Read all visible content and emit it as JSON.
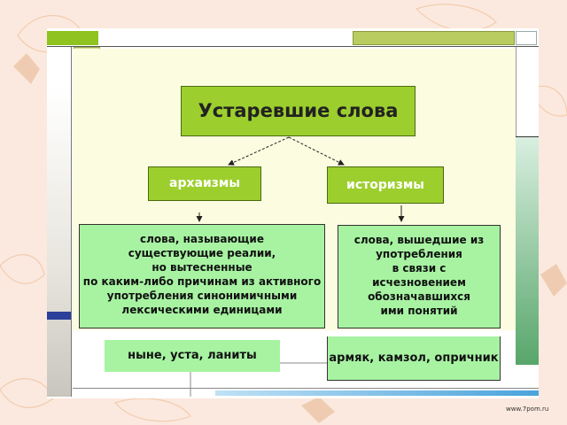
{
  "diagram": {
    "title": "Устаревшие слова",
    "archaisms_label": "архаизмы",
    "historisms_label": "историзмы",
    "archaisms_description": [
      "слова, называющие",
      "существующие реалии,",
      "но вытесненные",
      "по каким-либо причинам из активного",
      "употребления синонимичными",
      "лексическими единицами"
    ],
    "historisms_description": [
      "слова, вышедшие из",
      "употребления",
      "в связи с",
      "исчезновением",
      "обозначавшихся",
      "ими понятий"
    ],
    "archaisms_examples": "ныне, уста, ланиты",
    "historisms_examples": "армяк, камзол, опричник"
  },
  "watermark": "www.7pom.ru",
  "colors": {
    "box_green": "#9ccf2d",
    "desc_green": "#a7f3a2",
    "background": "#fbe9df"
  }
}
